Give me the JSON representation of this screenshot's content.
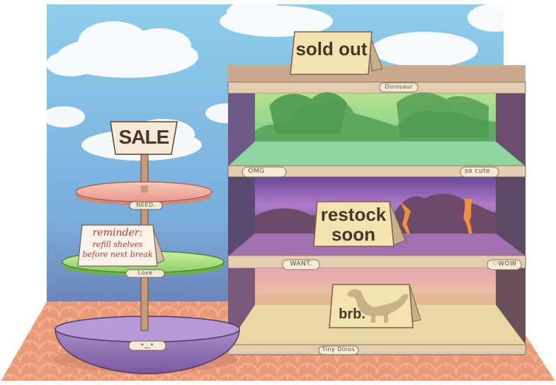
{
  "signs": {
    "sold_out": "sold out",
    "sale": "SALE",
    "restock": [
      "restock",
      "soon"
    ],
    "brb": "brb."
  },
  "reminder": {
    "title": "reminder:",
    "lines": [
      "refill shelves",
      "before next break"
    ]
  },
  "tray_labels": {
    "top": "NEED.",
    "middle": "Love",
    "bottom": "•‿•"
  },
  "shelf_labels": {
    "top": "Dinosaur",
    "row1_left": "OMG",
    "row1_right": "so cute",
    "row2_left": "WANT.",
    "row2_right": "♡WOW",
    "bottom": "Tiny Dinos"
  },
  "colors": {
    "sky": "#9fd4ec",
    "floor": "#e8967a",
    "shelf_wood": "#d8bfa0",
    "jungle": "#6fbf6a",
    "volcano": "#8a6aa8",
    "desert": "#e6c9a0",
    "sign_paper": "#f4e2b0"
  }
}
